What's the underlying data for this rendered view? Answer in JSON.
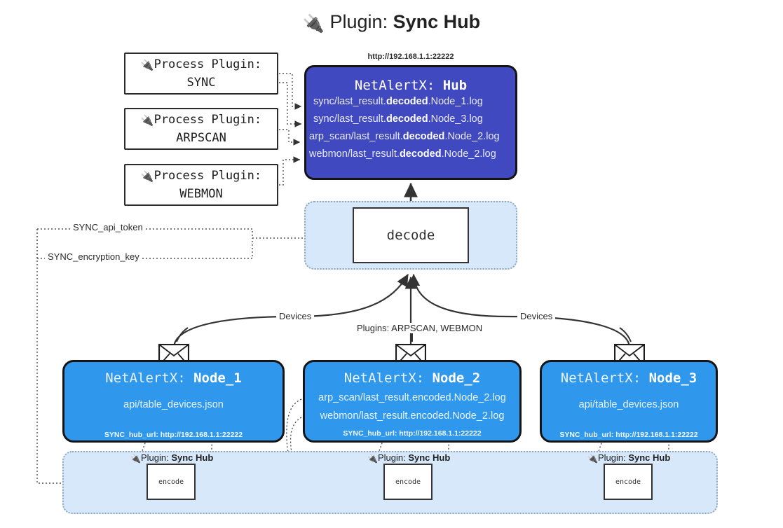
{
  "title": {
    "icon": "electric-plug-icon",
    "prefix": "Plugin:",
    "name": "Sync Hub"
  },
  "process_plugins": [
    {
      "line1": "Process Plugin:",
      "line2": "SYNC"
    },
    {
      "line1": "Process Plugin:",
      "line2": "ARPSCAN"
    },
    {
      "line1": "Process Plugin:",
      "line2": "WEBMON"
    }
  ],
  "hub": {
    "url": "http://192.168.1.1:22222",
    "title_prefix": "NetAlertX:",
    "title_name": "Hub",
    "lines": [
      {
        "pre": "sync/last_result.",
        "bold": "decoded",
        "post": ".Node_1.log"
      },
      {
        "pre": "sync/last_result.",
        "bold": "decoded",
        "post": ".Node_3.log"
      },
      {
        "pre": "arp_scan/last_result.",
        "bold": "decoded",
        "post": ".Node_2.log"
      },
      {
        "pre": "webmon/last_result.",
        "bold": "decoded",
        "post": ".Node_2.log"
      }
    ]
  },
  "decode": {
    "label": "decode"
  },
  "secrets": {
    "api_token": "SYNC_api_token",
    "encryption_key": "SYNC_encryption_key"
  },
  "edge_labels": {
    "devices_left": "Devices",
    "devices_right": "Devices",
    "plugins_center": "Plugins: ARPSCAN, WEBMON"
  },
  "nodes": [
    {
      "title_prefix": "NetAlertX:",
      "title_name": "Node_1",
      "lines": [
        "api/table_devices.json"
      ],
      "hub_url": "SYNC_hub_url: http://192.168.1.1:22222",
      "mail_icon": "envelope-icon"
    },
    {
      "title_prefix": "NetAlertX:",
      "title_name": "Node_2",
      "lines": [
        "arp_scan/last_result.encoded.Node_2.log",
        "webmon/last_result.encoded.Node_2.log"
      ],
      "hub_url": "SYNC_hub_url: http://192.168.1.1:22222",
      "mail_icon": "envelope-icon"
    },
    {
      "title_prefix": "NetAlertX:",
      "title_name": "Node_3",
      "lines": [
        "api/table_devices.json"
      ],
      "hub_url": "SYNC_hub_url: http://192.168.1.1:22222",
      "mail_icon": "envelope-icon"
    }
  ],
  "encoders": [
    {
      "plugin_prefix": "Plugin:",
      "plugin_name": "Sync Hub",
      "label": "encode"
    },
    {
      "plugin_prefix": "Plugin:",
      "plugin_name": "Sync Hub",
      "label": "encode"
    },
    {
      "plugin_prefix": "Plugin:",
      "plugin_name": "Sync Hub",
      "label": "encode"
    }
  ],
  "colors": {
    "hub": "#4049c0",
    "node": "#2f97ec",
    "panel": "#d6e8fa",
    "stroke": "#333333",
    "background": "#ffffff"
  }
}
